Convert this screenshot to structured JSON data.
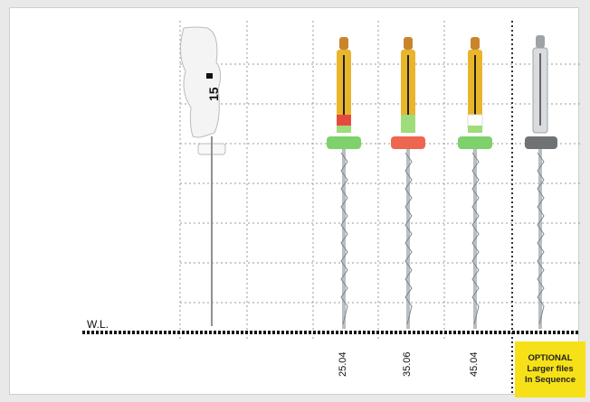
{
  "working_length_label": "W.L.",
  "hand_file": {
    "size_label": "15"
  },
  "files": [
    {
      "id": "file-25-04",
      "label": "25.04",
      "band_top": "#e64a3d",
      "band_bottom": "#9fdc7a",
      "stopper": "#7ed16b"
    },
    {
      "id": "file-35-06",
      "label": "35.06",
      "band_top": "#9fdc7a",
      "band_bottom": "#9fdc7a",
      "stopper": "#ee6650"
    },
    {
      "id": "file-45-04",
      "label": "45.04",
      "band_top": "#ffffff",
      "band_bottom": "#9fdc7a",
      "stopper": "#7ed16b"
    }
  ],
  "optional": {
    "lines": [
      "OPTIONAL",
      "Larger files",
      "In Sequence"
    ],
    "highlight_color": "#f6e118"
  },
  "colors": {
    "handle_gold": "#e9b52b",
    "shaft": "#b9bfc3",
    "grid": "#9a9a9a"
  }
}
